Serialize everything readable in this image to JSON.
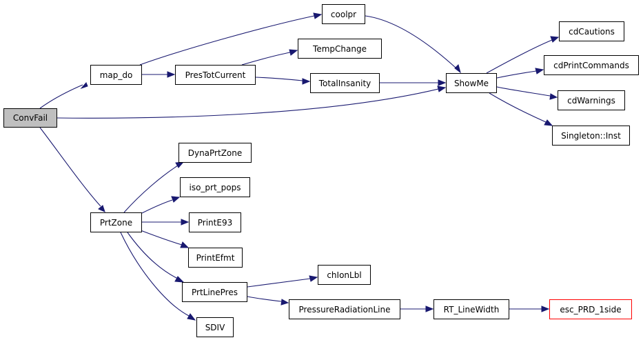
{
  "graph": {
    "type": "call-graph",
    "edge_color": "#191970",
    "root_fill": "#bfbfbf",
    "nodes": {
      "ConvFail": "ConvFail",
      "map_do": "map_do",
      "coolpr": "coolpr",
      "PresTotCurrent": "PresTotCurrent",
      "TempChange": "TempChange",
      "TotalInsanity": "TotalInsanity",
      "ShowMe": "ShowMe",
      "cdCautions": "cdCautions",
      "cdPrintCommands": "cdPrintCommands",
      "cdWarnings": "cdWarnings",
      "SingletonInst": "Singleton::Inst",
      "PrtZone": "PrtZone",
      "DynaPrtZone": "DynaPrtZone",
      "iso_prt_pops": "iso_prt_pops",
      "PrintE93": "PrintE93",
      "PrintEfmt": "PrintEfmt",
      "PrtLinePres": "PrtLinePres",
      "SDIV": "SDIV",
      "chIonLbl": "chIonLbl",
      "PressureRadiationLine": "PressureRadiationLine",
      "RT_LineWidth": "RT_LineWidth",
      "esc_PRD_1side": "esc_PRD_1side"
    },
    "edges": [
      [
        "ConvFail",
        "map_do"
      ],
      [
        "ConvFail",
        "ShowMe"
      ],
      [
        "ConvFail",
        "PrtZone"
      ],
      [
        "map_do",
        "coolpr"
      ],
      [
        "map_do",
        "PresTotCurrent"
      ],
      [
        "coolpr",
        "ShowMe"
      ],
      [
        "PresTotCurrent",
        "TempChange"
      ],
      [
        "PresTotCurrent",
        "TotalInsanity"
      ],
      [
        "TotalInsanity",
        "ShowMe"
      ],
      [
        "ShowMe",
        "cdCautions"
      ],
      [
        "ShowMe",
        "cdPrintCommands"
      ],
      [
        "ShowMe",
        "cdWarnings"
      ],
      [
        "ShowMe",
        "SingletonInst"
      ],
      [
        "PrtZone",
        "DynaPrtZone"
      ],
      [
        "PrtZone",
        "iso_prt_pops"
      ],
      [
        "PrtZone",
        "PrintE93"
      ],
      [
        "PrtZone",
        "PrintEfmt"
      ],
      [
        "PrtZone",
        "PrtLinePres"
      ],
      [
        "PrtZone",
        "SDIV"
      ],
      [
        "PrtLinePres",
        "chIonLbl"
      ],
      [
        "PrtLinePres",
        "PressureRadiationLine"
      ],
      [
        "PressureRadiationLine",
        "RT_LineWidth"
      ],
      [
        "RT_LineWidth",
        "esc_PRD_1side"
      ]
    ]
  }
}
